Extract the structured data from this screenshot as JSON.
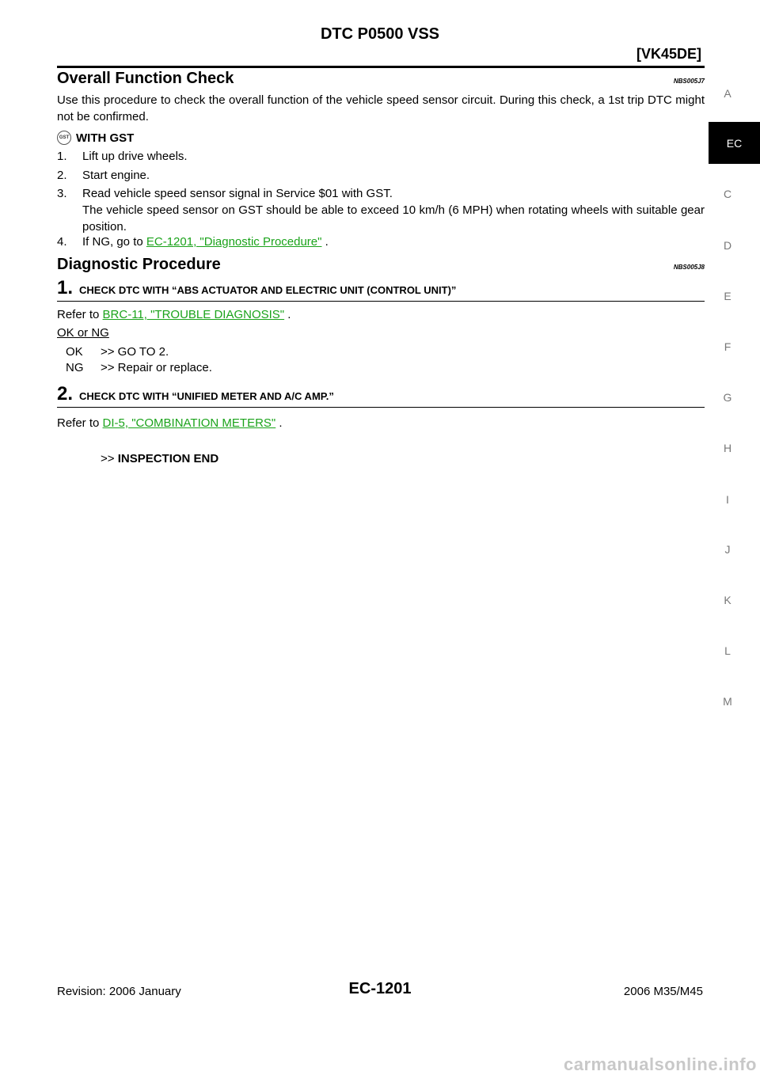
{
  "header": {
    "title": "DTC P0500 VSS",
    "subtitle": "[VK45DE]"
  },
  "side_tabs": {
    "letters": [
      "A",
      "EC",
      "C",
      "D",
      "E",
      "F",
      "G",
      "H",
      "I",
      "J",
      "K",
      "L",
      "M"
    ],
    "active": "EC"
  },
  "overall": {
    "heading": "Overall Function Check",
    "code": "NBS005J7",
    "intro": "Use this procedure to check the overall function of the vehicle speed sensor circuit. During this check, a 1st trip DTC might not be confirmed.",
    "gst_icon": "GST",
    "gst_label": "WITH GST",
    "steps": [
      {
        "num": "1.",
        "text": "Lift up drive wheels."
      },
      {
        "num": "2.",
        "text": "Start engine."
      },
      {
        "num": "3.",
        "text": "Read vehicle speed sensor signal in Service $01 with GST.",
        "text2": "The vehicle speed sensor on GST should be able to exceed 10 km/h (6 MPH) when rotating wheels with suitable gear position."
      },
      {
        "num": "4.",
        "prefix": "If NG, go to ",
        "link": "EC-1201, \"Diagnostic Procedure\"",
        "suffix": " ."
      }
    ]
  },
  "diagnostic": {
    "heading": "Diagnostic Procedure",
    "code": "NBS005J8",
    "step1": {
      "num": "1.",
      "title": "CHECK DTC WITH “ABS ACTUATOR AND ELECTRIC UNIT (CONTROL UNIT)”",
      "prefix": "Refer to ",
      "link": "BRC-11, \"TROUBLE DIAGNOSIS\"",
      "suffix": "  .",
      "ok_ng_label": "OK or NG",
      "results": [
        {
          "code": "OK",
          "text": ">> GO TO 2."
        },
        {
          "code": "NG",
          "text": ">> Repair or replace."
        }
      ]
    },
    "step2": {
      "num": "2.",
      "title": "CHECK DTC WITH “UNIFIED METER AND A/C AMP.”",
      "prefix": "Refer to ",
      "link": "DI-5, \"COMBINATION METERS\"",
      "suffix": " .",
      "end_arrow": ">>",
      "end_text": "INSPECTION END"
    }
  },
  "footer": {
    "revision": "Revision: 2006 January",
    "page": "EC-1201",
    "model": "2006 M35/M45",
    "watermark": "carmanualsonline.info"
  }
}
